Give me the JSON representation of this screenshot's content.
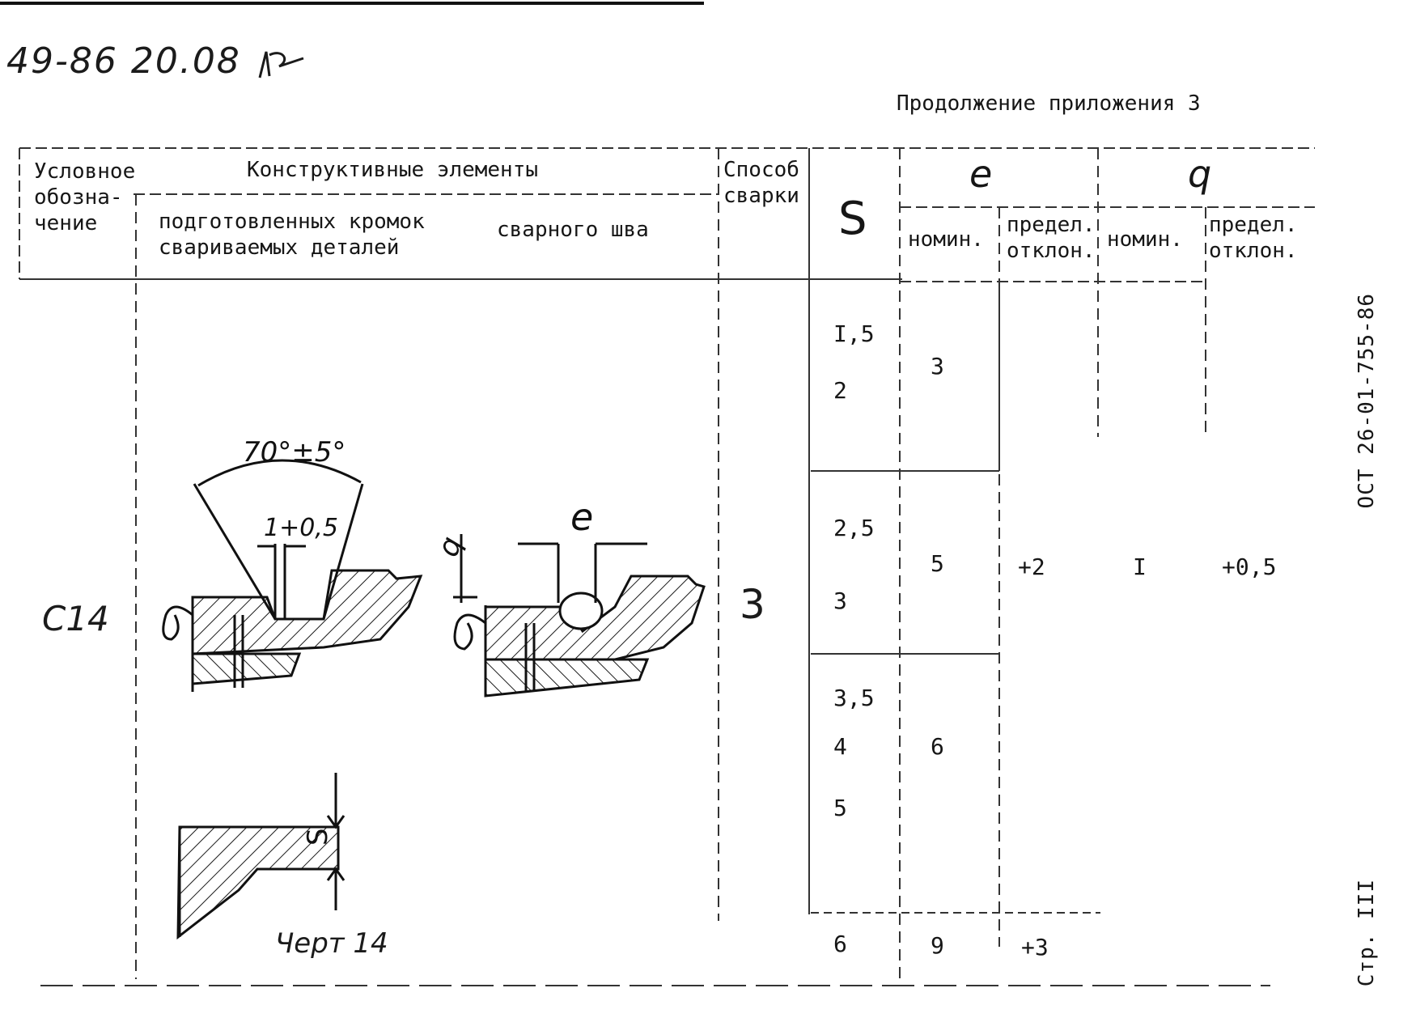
{
  "doc": {
    "handwritten_header": "49-86 20.08",
    "header_right": "Продолжение приложения 3",
    "side_code": "ОСТ 26-01-755-86",
    "page_label": "Стр. III"
  },
  "table": {
    "header": {
      "col_designation": [
        "Условное",
        "обозна-",
        "чение"
      ],
      "col_structural": "Конструктивные элементы",
      "col_prepared_edges": [
        "подготовленных кромок",
        "свариваемых деталей"
      ],
      "col_weld_seam": "сварного шва",
      "col_welding_method": [
        "Способ",
        "сварки"
      ],
      "col_s": "S",
      "col_e": "e",
      "col_q": "q",
      "sub_nominal_e": "номин.",
      "sub_deviation_e": [
        "предел.",
        "отклон."
      ],
      "sub_nominal_q": "номин.",
      "sub_deviation_q": [
        "предел.",
        "отклон."
      ]
    },
    "body": {
      "designation": "С14",
      "welding_method": "3",
      "drawing_caption": "Черт 14",
      "rows": [
        {
          "s": [
            "I,5",
            "2"
          ],
          "e_nominal": "3",
          "e_deviation": "",
          "q_nominal": "",
          "q_deviation": ""
        },
        {
          "s": [
            "2,5",
            "3"
          ],
          "e_nominal": "5",
          "e_deviation": "+2",
          "q_nominal": "I",
          "q_deviation": "+0,5"
        },
        {
          "s": [
            "3,5",
            "4",
            "5"
          ],
          "e_nominal": "6",
          "e_deviation": "",
          "q_nominal": "",
          "q_deviation": ""
        },
        {
          "s": [
            "6"
          ],
          "e_nominal": "9",
          "e_deviation": "+3",
          "q_nominal": "",
          "q_deviation": ""
        }
      ]
    },
    "drawing_labels": {
      "angle": "70°±5°",
      "gap": "1+0,5",
      "seam_e": "e",
      "seam_q": "q",
      "thickness": "S"
    }
  }
}
